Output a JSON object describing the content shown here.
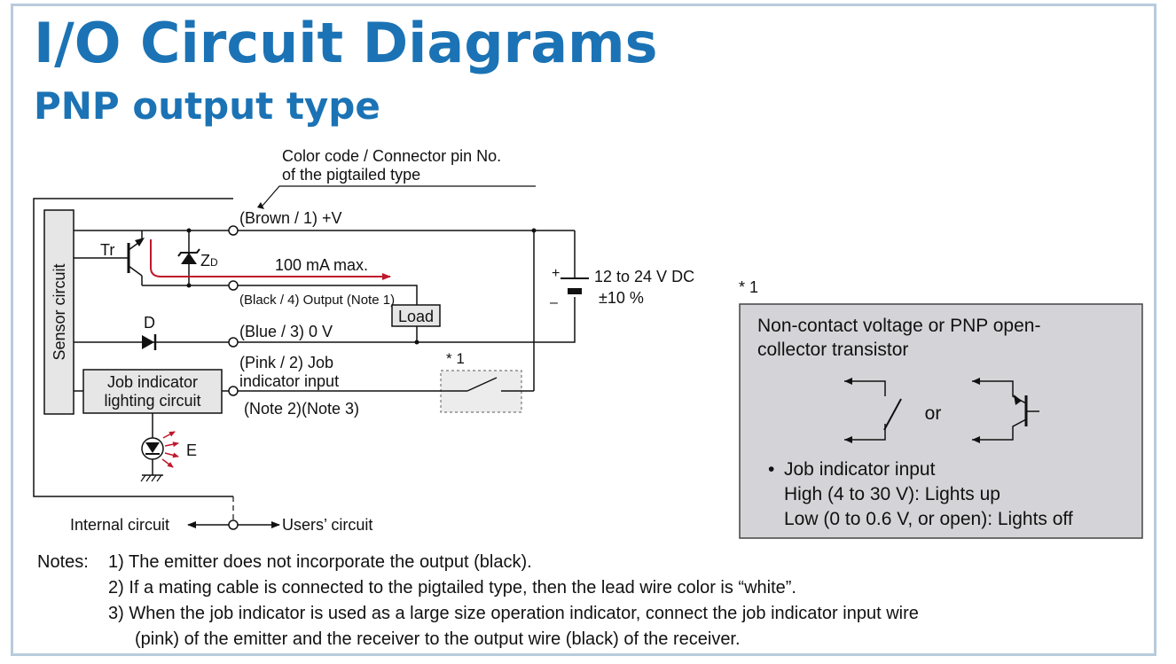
{
  "title": "I/O Circuit Diagrams",
  "subtitle": "PNP output type",
  "diagram": {
    "color_code_line1": "Color code / Connector pin No.",
    "color_code_line2": "of the pigtailed type",
    "brown": "(Brown / 1) +V",
    "black": "(Black / 4) Output (Note 1)",
    "blue": "(Blue / 3) 0 V",
    "pink_line1": "(Pink / 2) Job",
    "pink_line2": "indicator input",
    "pink_notes": "(Note 2)(Note 3)",
    "sensor_circuit": "Sensor circuit",
    "job_box_line1": "Job indicator",
    "job_box_line2": "lighting circuit",
    "tr": "Tr",
    "zd_z": "Z",
    "zd_sub": "D",
    "d": "D",
    "e": "E",
    "current": "100 mA max.",
    "load": "Load",
    "supply_line1": "12 to 24 V DC",
    "supply_line2": "±10 %",
    "plus": "+",
    "minus": "–",
    "star1": "* 1",
    "internal": "Internal circuit",
    "users": "Users’ circuit"
  },
  "callout": {
    "ref": "* 1",
    "line1": "Non-contact voltage or PNP open-",
    "line2": "collector transistor",
    "or": "or",
    "bullet": "•",
    "item": "Job indicator input",
    "high": "High (4 to 30 V): Lights up",
    "low": "Low (0 to 0.6 V, or open): Lights off"
  },
  "notes": {
    "label": "Notes:",
    "n1": "1) The emitter does not incorporate the output (black).",
    "n2": "2) If a mating cable is connected to the pigtailed type, then the lead wire color is “white”.",
    "n3a": "3) When the job indicator is used as a large size operation indicator, connect the job indicator input wire",
    "n3b": "(pink) of the emitter and the receiver to the output wire (black) of the receiver."
  },
  "colors": {
    "heading": "#1b73b5",
    "frame": "#b8cbdc",
    "current_arrow": "#c0182c",
    "callout_fill": "#d4d4d8",
    "box_fill": "#e6e6e6"
  }
}
